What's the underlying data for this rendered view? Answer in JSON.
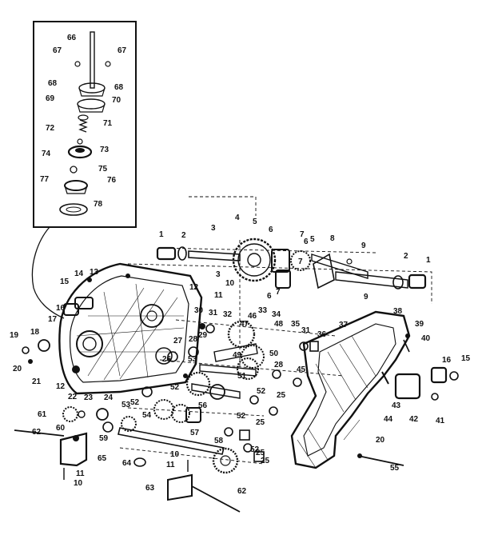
{
  "diagram": {
    "inset_labels": [
      "66",
      "67",
      "67",
      "68",
      "68",
      "69",
      "70",
      "71",
      "72",
      "73",
      "74",
      "75",
      "76",
      "77",
      "78"
    ],
    "main_labels": [
      "1",
      "2",
      "3",
      "3",
      "4",
      "5",
      "5",
      "6",
      "6",
      "6",
      "7",
      "7",
      "7",
      "8",
      "9",
      "9",
      "2",
      "1",
      "10",
      "11",
      "12",
      "12",
      "13",
      "14",
      "15",
      "16",
      "17",
      "18",
      "19",
      "20",
      "21",
      "22",
      "23",
      "24",
      "25",
      "26",
      "27",
      "28",
      "29",
      "30",
      "31",
      "32",
      "33",
      "34",
      "35",
      "36",
      "37",
      "38",
      "39",
      "40",
      "41",
      "42",
      "43",
      "44",
      "45",
      "46",
      "47",
      "48",
      "49",
      "50",
      "51",
      "52",
      "53",
      "54",
      "55",
      "56",
      "57",
      "58",
      "59",
      "60",
      "61",
      "62",
      "63",
      "64",
      "65",
      "10",
      "11",
      "20",
      "16",
      "15",
      "25",
      "52",
      "28",
      "31",
      "52",
      "25",
      "52",
      "25",
      "10",
      "11",
      "62",
      "53",
      "52"
    ]
  }
}
